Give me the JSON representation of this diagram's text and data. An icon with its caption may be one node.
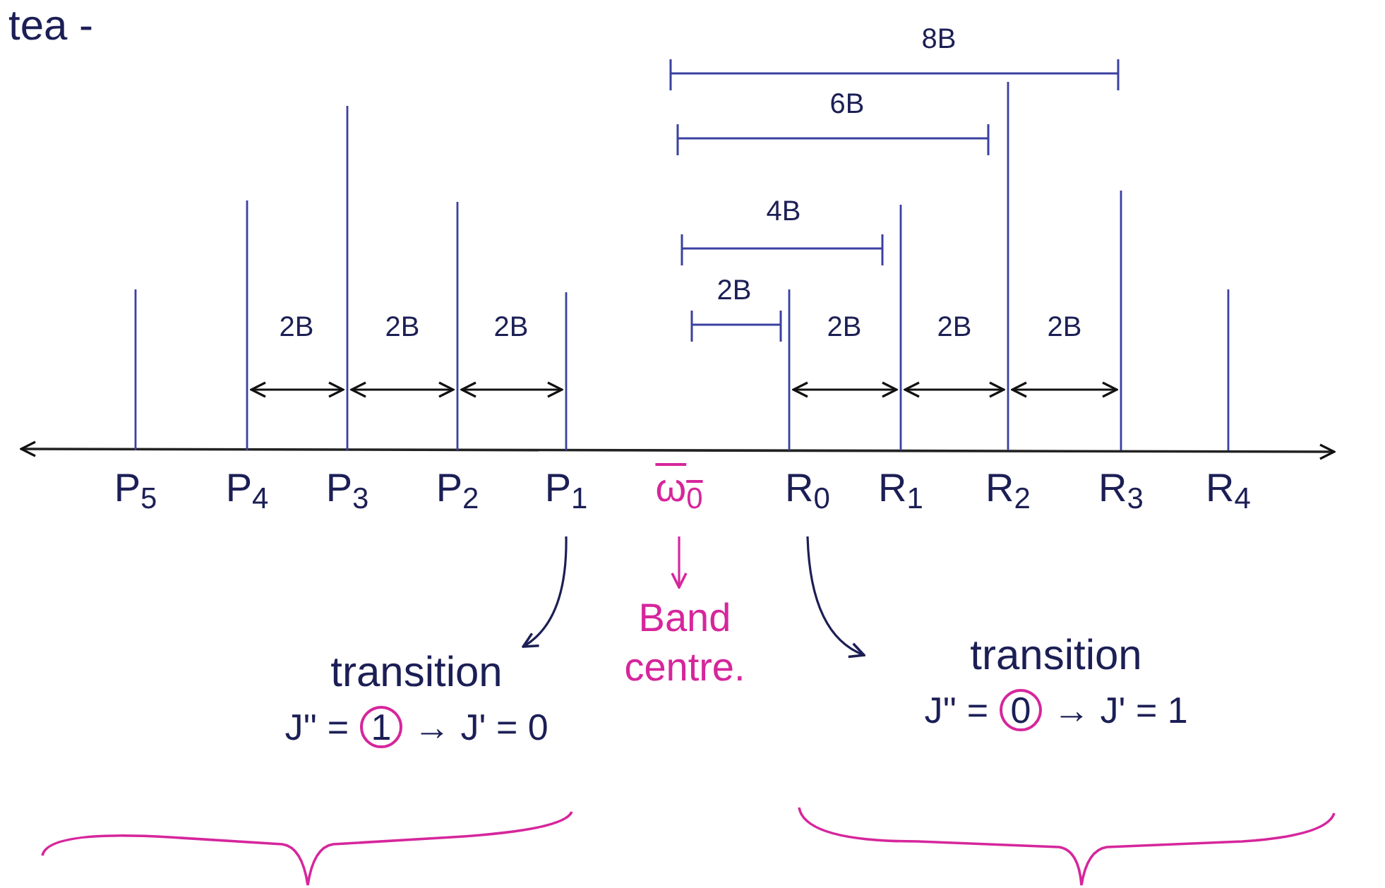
{
  "diagram": {
    "title": "tea -",
    "nodes": [
      {
        "text": [
          "P$_{1}$"
        ]
      },
      {
        "text": [
          "ω$_{0}$"
        ]
      },
      {
        "text": [
          "R$_{0}$"
        ]
      },
      {
        "text": [
          "transition",
          "J'' =",
          "1",
          "→ J' = 0"
        ]
      },
      {
        "text": [
          "Band centre."
        ]
      },
      {
        "text": [
          "transition",
          "J'' =",
          "0",
          "→ J' = 1"
        ]
      }
    ],
    "edges": [
      {
        "from": 0,
        "to": 3,
        "arrow": "to"
      },
      {
        "from": 1,
        "to": 4,
        "arrow": "to",
        "color": "#d6269c"
      },
      {
        "from": 2,
        "to": 5,
        "arrow": "to"
      }
    ],
    "labels": [
      "8B",
      "6B",
      "4B",
      "2B",
      "2B",
      "2B",
      "2B",
      "2B",
      "2B",
      "2B",
      "P$_{5}$",
      "P$_{4}$",
      "P$_{3}$",
      "P$_{2}$",
      "R$_{1}$",
      "R$_{2}$",
      "R$_{3}$",
      "R$_{4}$"
    ]
  }
}
